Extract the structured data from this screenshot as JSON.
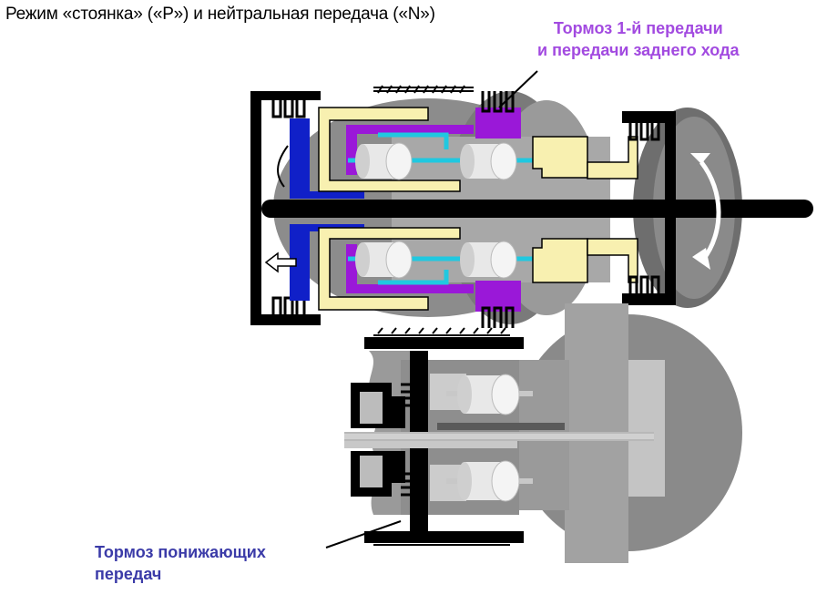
{
  "title": "Режим «стоянка» («P») и нейтральная передача («N»)",
  "labels": {
    "brake_first_reverse": [
      "Тормоз 1-й передачи",
      "и передачи заднего хода"
    ],
    "brake_low_gears": [
      "Тормоз понижающих",
      "передач"
    ]
  },
  "colors": {
    "label_purple": "#a24ae0",
    "label_navy": "#3b3ba8",
    "clutch_blue": "#1020c8",
    "carrier_purple": "#9a18d8",
    "shaft_cyan": "#20c8e0",
    "housing_cream": "#f8f0b0",
    "housing_black": "#000000",
    "body_gray": "#909090",
    "light_gray": "#c8c8c8"
  }
}
